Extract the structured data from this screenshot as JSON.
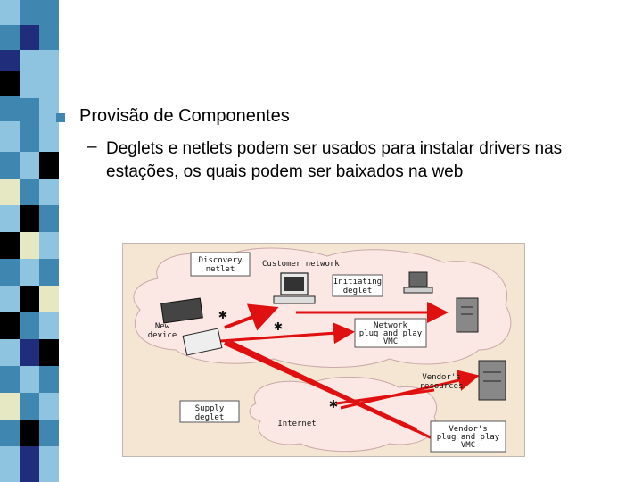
{
  "slide": {
    "bullet_1": "Provisão de Componentes",
    "sub_dash": "–",
    "sub_bullet": "Deglets e netlets podem ser usados para instalar drivers nas estações, os quais podem ser baixados na web"
  },
  "diagram": {
    "discovery_netlet": [
      "Discovery",
      "netlet"
    ],
    "customer_network": "Customer network",
    "initiating_deglet": [
      "Initiating",
      "deglet"
    ],
    "new_device": [
      "New",
      "device"
    ],
    "network_plug_and_play_vmc": [
      "Network",
      "plug and play",
      "VMC"
    ],
    "vendors_resources": [
      "Vendor's",
      "resources"
    ],
    "supply_deglet": [
      "Supply",
      "deglet"
    ],
    "internet": "Internet",
    "vendors_plug_and_play_vmc": [
      "Vendor's",
      "plug and play",
      "VMC"
    ]
  },
  "colors": {
    "stripe_blue": "#3f86b0",
    "stripe_light": "#8fc4e0",
    "stripe_navy": "#1f2d7a",
    "stripe_black": "#000000",
    "stripe_cream": "#e6e8c4",
    "diagram_bg": "#f4e6d2",
    "cloud": "#fbe7e3",
    "arrow_red": "#e01010"
  }
}
